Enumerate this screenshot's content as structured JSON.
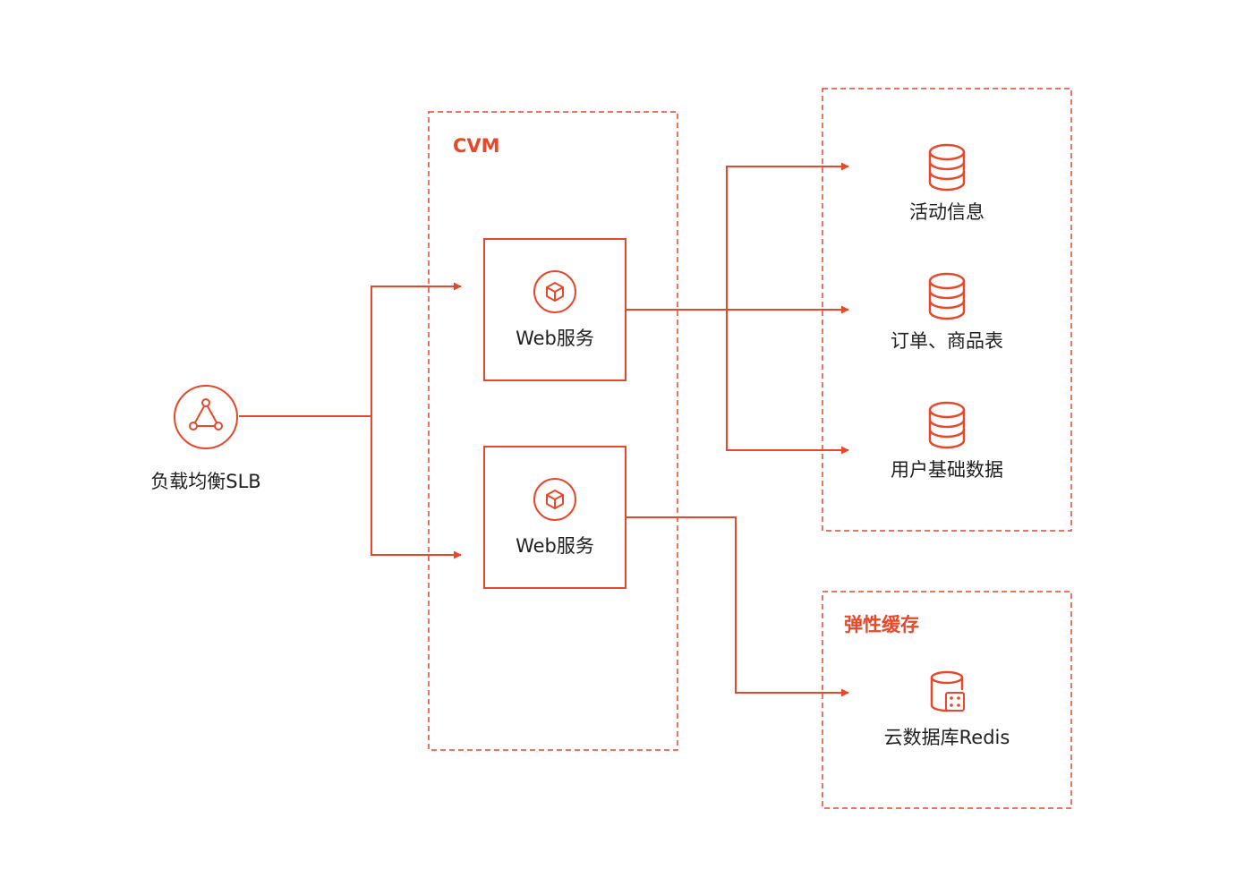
{
  "colors": {
    "accent": "#e8472a",
    "text": "#1f1f1f",
    "background": "#ffffff"
  },
  "nodes": {
    "slb": {
      "label": "负载均衡SLB",
      "icon": "load-balancer-icon"
    },
    "web_service_1": {
      "label": "Web服务",
      "icon": "cube-icon"
    },
    "web_service_2": {
      "label": "Web服务",
      "icon": "cube-icon"
    },
    "activity_info": {
      "label": "活动信息",
      "icon": "database-icon"
    },
    "order_product": {
      "label": "订单、商品表",
      "icon": "database-icon"
    },
    "user_data": {
      "label": "用户基础数据",
      "icon": "database-icon"
    },
    "redis": {
      "label": "云数据库Redis",
      "icon": "redis-cache-icon"
    }
  },
  "groups": {
    "cvm": {
      "title": "CVM"
    },
    "database": {
      "title": ""
    },
    "cache": {
      "title": "弹性缓存"
    }
  },
  "edges": [
    {
      "from": "slb",
      "to": "web_service_1"
    },
    {
      "from": "slb",
      "to": "web_service_2"
    },
    {
      "from": "web_service_1",
      "to": "activity_info"
    },
    {
      "from": "web_service_1",
      "to": "order_product"
    },
    {
      "from": "web_service_1",
      "to": "user_data"
    },
    {
      "from": "web_service_2",
      "to": "redis"
    }
  ]
}
